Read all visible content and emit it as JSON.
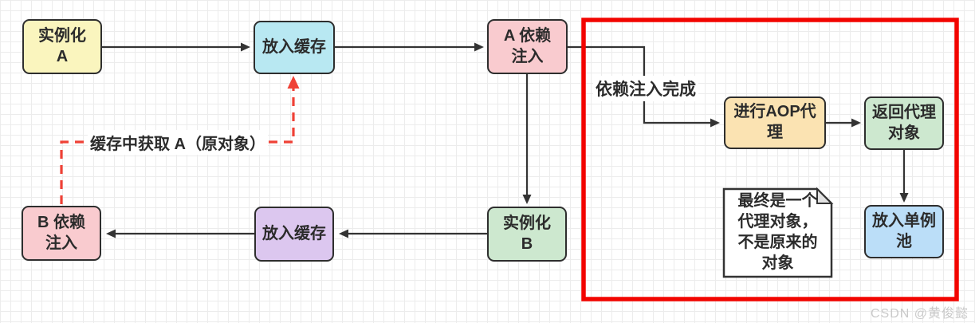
{
  "nodes": [
    {
      "id": "instantiate-a",
      "label": "实例化\nA",
      "fill": "#faf5be"
    },
    {
      "id": "put-into-cache-a",
      "label": "放入缓存",
      "fill": "#b8e8f2"
    },
    {
      "id": "a-dependency-injection",
      "label": "A 依赖\n注入",
      "fill": "#f9cbcf"
    },
    {
      "id": "do-aop-proxy",
      "label": "进行AOP代\n理",
      "fill": "#fbe3b2"
    },
    {
      "id": "return-proxy-object",
      "label": "返回代理\n对象",
      "fill": "#cde8cf"
    },
    {
      "id": "put-into-singleton-pool",
      "label": "放入单例\n池",
      "fill": "#bbdef8"
    },
    {
      "id": "instantiate-b",
      "label": "实例化\nB",
      "fill": "#cde8cf"
    },
    {
      "id": "put-into-cache-b",
      "label": "放入缓存",
      "fill": "#dcc7ef"
    },
    {
      "id": "b-dependency-injection",
      "label": "B 依赖\n注入",
      "fill": "#f9cbcf"
    }
  ],
  "labels": {
    "di_complete": "依赖注入完成",
    "cache_fetch": "缓存中获取 A（原对象）"
  },
  "note": {
    "text": "最终是一个\n代理对象，\n不是原来的\n对象"
  },
  "watermark": "CSDN @黄俊懿",
  "colors": {
    "background": "#ffffff",
    "grid": "#ececec",
    "arrow": "#333333",
    "node_border": "#2e2e2e",
    "highlight_red": "#f20500",
    "dashed_red": "#ef4136",
    "note_fold": "#e2e2e2",
    "watermark": "#c9c9c9"
  }
}
